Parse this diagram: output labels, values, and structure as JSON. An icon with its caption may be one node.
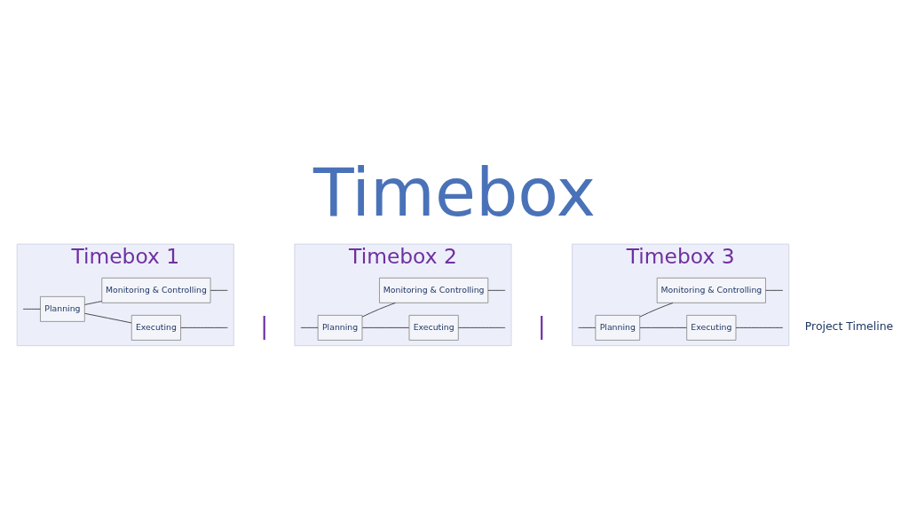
{
  "diagram": {
    "title": "Timebox",
    "nodes": [
      {
        "text": [
          "Timebox 1"
        ]
      },
      {
        "text": [
          "Planning"
        ],
        "in": 0
      },
      {
        "text": [
          "Executing"
        ],
        "in": 0
      },
      {
        "text": [
          "Monitoring & Controlling"
        ],
        "in": 0
      },
      {
        "text": [
          "Timebox 2"
        ]
      },
      {
        "text": [
          "Planning"
        ],
        "in": 4
      },
      {
        "text": [
          "Executing"
        ],
        "in": 4
      },
      {
        "text": [
          "Monitoring & Controlling"
        ],
        "in": 4
      },
      {
        "text": [
          "Timebox 3"
        ]
      },
      {
        "text": [
          "Planning"
        ],
        "in": 8
      },
      {
        "text": [
          "Executing"
        ],
        "in": 8
      },
      {
        "text": [
          "Monitoring & Controlling"
        ],
        "in": 8
      }
    ],
    "edges": [
      {
        "from": 0,
        "to": 1,
        "arrow": "none"
      },
      {
        "from": 1,
        "to": 2,
        "arrow": "none"
      },
      {
        "from": 1,
        "to": 3,
        "arrow": "none"
      },
      {
        "from": 2,
        "to": 0,
        "arrow": "none"
      },
      {
        "from": 3,
        "to": 0,
        "arrow": "none"
      },
      {
        "from": 4,
        "to": 5,
        "arrow": "none"
      },
      {
        "from": 5,
        "to": 6,
        "arrow": "none"
      },
      {
        "from": 5,
        "to": 7,
        "arrow": "none"
      },
      {
        "from": 6,
        "to": 4,
        "arrow": "none"
      },
      {
        "from": 7,
        "to": 4,
        "arrow": "none"
      },
      {
        "from": 8,
        "to": 9,
        "arrow": "none"
      },
      {
        "from": 9,
        "to": 10,
        "arrow": "none"
      },
      {
        "from": 9,
        "to": 11,
        "arrow": "none"
      },
      {
        "from": 10,
        "to": 8,
        "arrow": "none"
      },
      {
        "from": 11,
        "to": 8,
        "arrow": "none"
      }
    ],
    "labels": [
      "Project Timeline",
      "|",
      "|"
    ]
  }
}
